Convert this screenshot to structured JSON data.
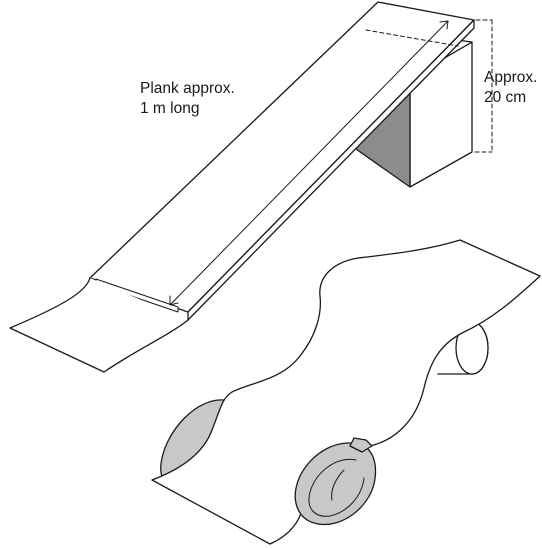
{
  "labels": {
    "plank": {
      "line1": "Plank approx.",
      "line2": "1 m long"
    },
    "height": {
      "line1": "Approx.",
      "line2": "20 cm"
    }
  },
  "colors": {
    "line": "#1a1a1a",
    "block_shadow": "#8c8c8c",
    "car_fill": "#c8c8c8",
    "background": "#ffffff"
  },
  "icons": {
    "plank": "ramp-plank",
    "support": "wooden-block",
    "roll": "paper-roll",
    "car": "toy-car-wheel"
  }
}
